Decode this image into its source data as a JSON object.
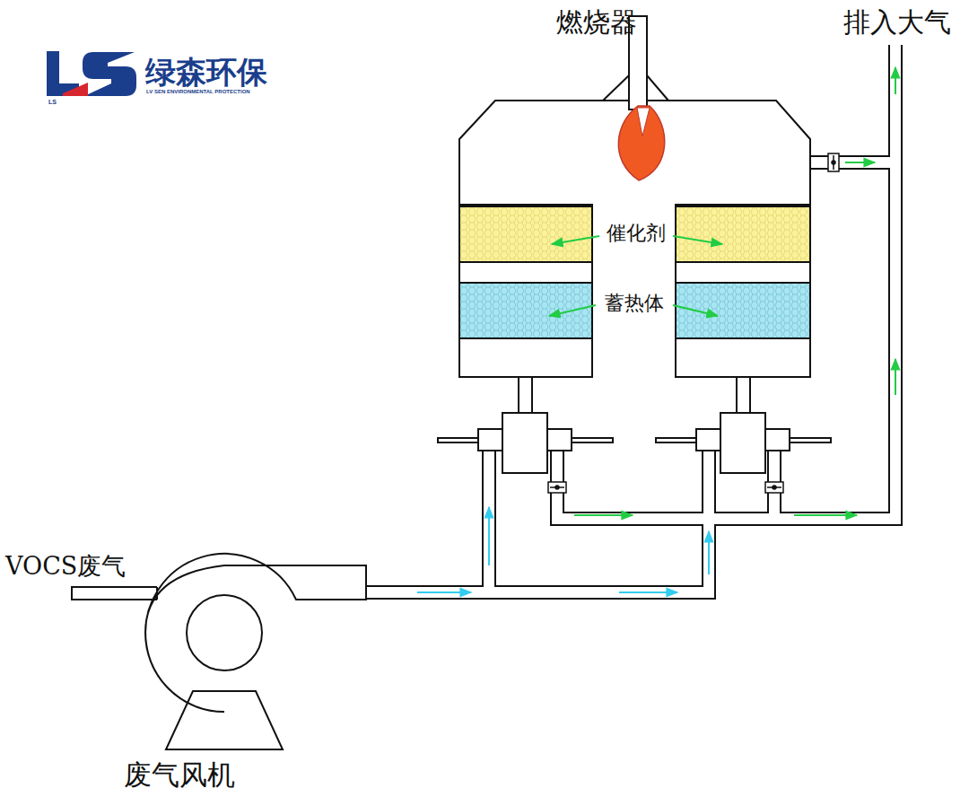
{
  "diagram": {
    "labels": [
      "LS",
      "绿森环保",
      "LV SEN ENVIRONMENTAL PROTECTION",
      "燃烧器",
      "排入大气",
      "催化剂",
      "蓄热体",
      "VOCS废气",
      "废气风机"
    ]
  }
}
